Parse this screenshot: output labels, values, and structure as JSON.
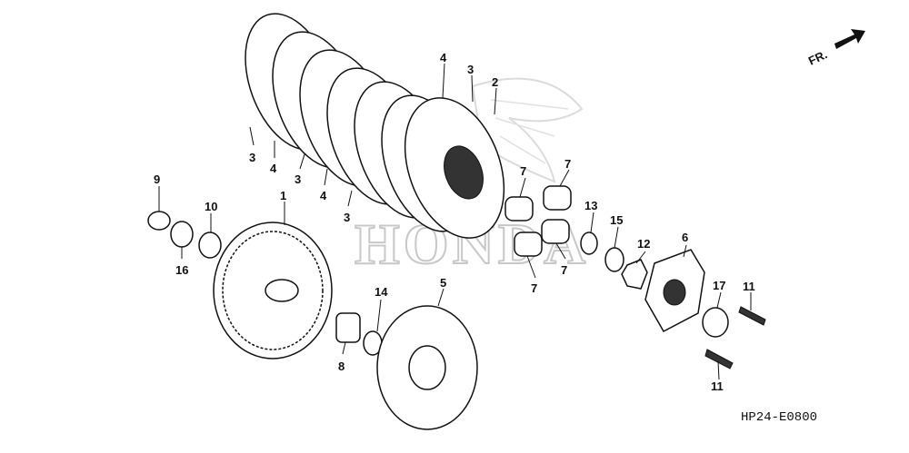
{
  "watermark": "HONDA",
  "direction_label": "FR.",
  "diagram_code": "HP24-E0800",
  "callouts": {
    "c1": "1",
    "c2": "2",
    "c3a": "3",
    "c3b": "3",
    "c3c": "3",
    "c3d": "3",
    "c4a": "4",
    "c4b": "4",
    "c4c": "4",
    "c5": "5",
    "c6": "6",
    "c7a": "7",
    "c7b": "7",
    "c7c": "7",
    "c7d": "7",
    "c8": "8",
    "c9": "9",
    "c10": "10",
    "c11a": "11",
    "c11b": "11",
    "c12": "12",
    "c13": "13",
    "c14": "14",
    "c15": "15",
    "c16": "16",
    "c17": "17"
  }
}
